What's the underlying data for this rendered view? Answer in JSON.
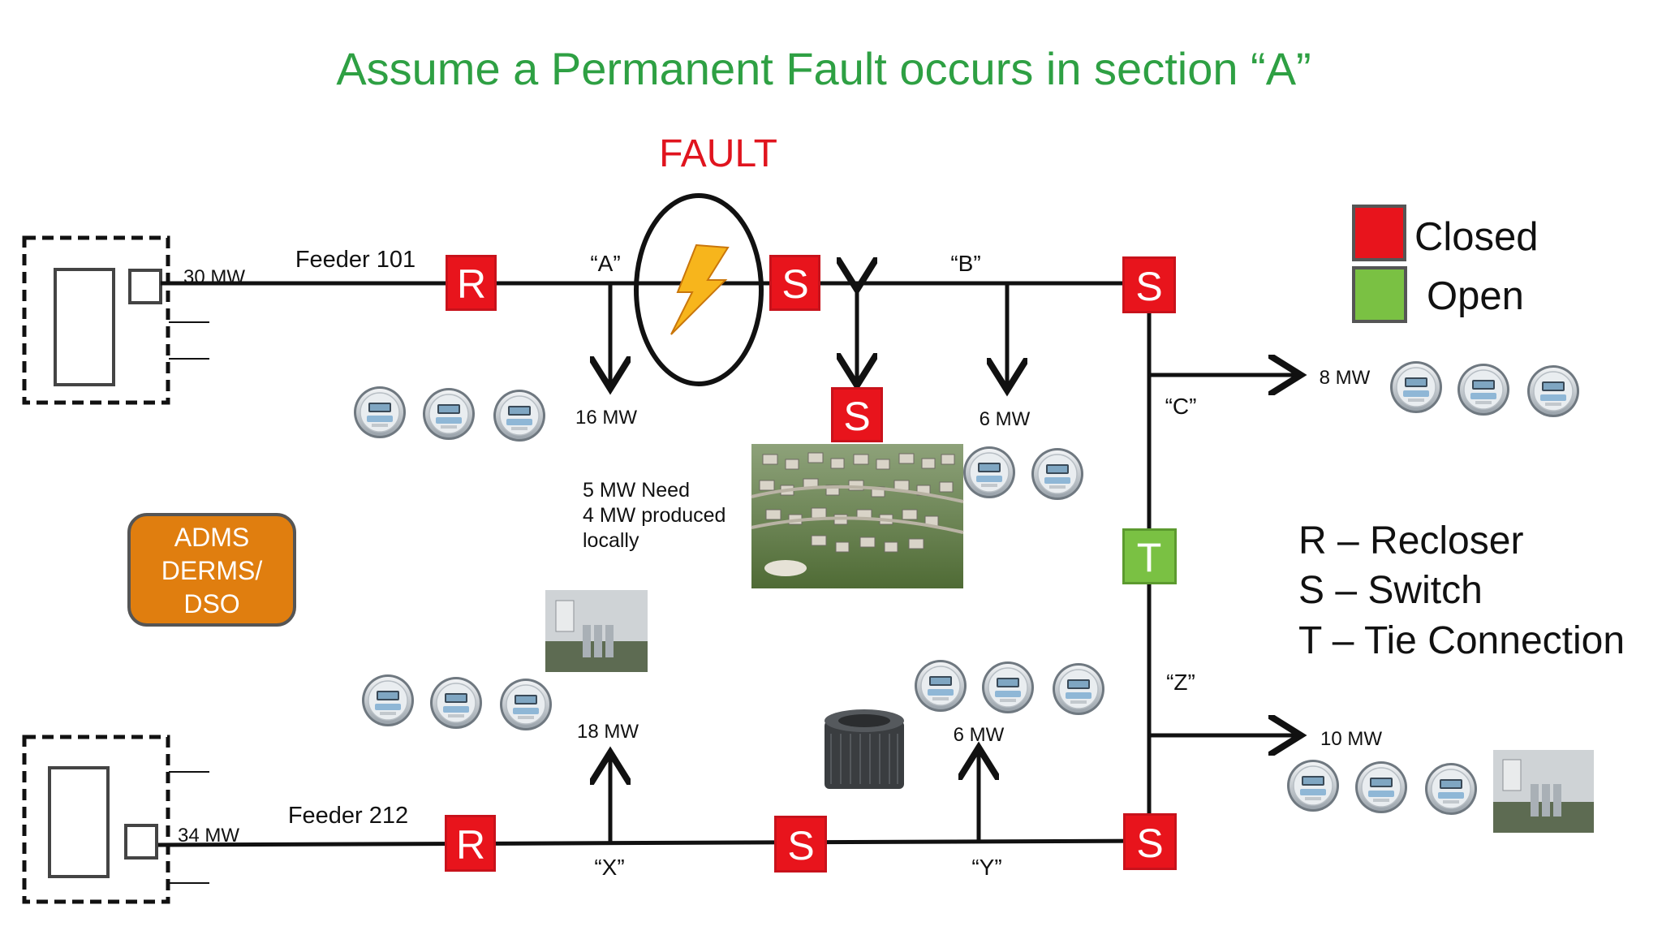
{
  "slide": {
    "title": "Assume a Permanent Fault occurs in section “A”",
    "fault_label": "FAULT"
  },
  "colors": {
    "title": "#2ea043",
    "fault": "#e0141e",
    "closed": "#e8141c",
    "open": "#7ac143",
    "control_box": "#e07e0f",
    "line": "#111111"
  },
  "legend": {
    "closed": "Closed",
    "open": "Open",
    "key_r": "R – Recloser",
    "key_s": "S – Switch",
    "key_t": "T – Tie Connection"
  },
  "control_box": {
    "line1": "ADMS",
    "line2": "DERMS/",
    "line3": "DSO"
  },
  "feeder_101": {
    "name": "Feeder 101",
    "capacity": "30 MW",
    "section_a": "“A”",
    "section_b": "“B”",
    "section_c": "“C”",
    "load_a": "16 MW",
    "load_b": "6 MW",
    "load_c": "8 MW"
  },
  "feeder_212": {
    "name": "Feeder 212",
    "capacity": "34 MW",
    "section_x": "“X”",
    "section_y": "“Y”",
    "section_z": "“Z”",
    "load_x": "18 MW",
    "load_y": "6 MW",
    "load_z": "10 MW"
  },
  "der_note": {
    "line1": "5 MW Need",
    "line2": "4 MW produced",
    "line3": "locally"
  },
  "devices": {
    "recloser": "R",
    "switch": "S",
    "tie": "T"
  }
}
